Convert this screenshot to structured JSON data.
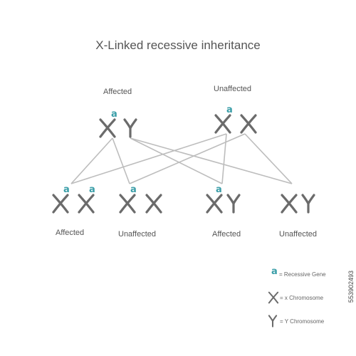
{
  "title": "X-Linked recessive inheritance",
  "parents": [
    {
      "label": "Affected"
    },
    {
      "label": "Unaffected"
    }
  ],
  "children": [
    {
      "label": "Affected"
    },
    {
      "label": "Unaffected"
    },
    {
      "label": "Affected"
    },
    {
      "label": "Unaffected"
    }
  ],
  "gene_symbol": "a",
  "legend": {
    "gene": "= Recessive Gene",
    "x": "= x Chromosome",
    "y": "= Y Chromosome"
  },
  "watermark": "553902493",
  "colors": {
    "chromosome": "#6b6b6b",
    "gene": "#3a9ea8",
    "line": "#bdbdbd"
  }
}
